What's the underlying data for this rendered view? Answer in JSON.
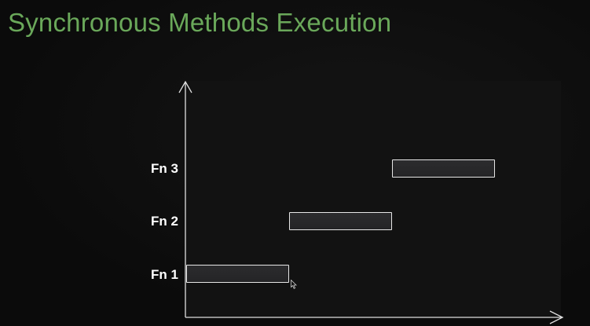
{
  "slide": {
    "title": "Synchronous Methods Execution",
    "title_color": "#6aa85a"
  },
  "diagram": {
    "lanes": [
      {
        "label": "Fn 3",
        "start": 2,
        "end": 3
      },
      {
        "label": "Fn 2",
        "start": 1,
        "end": 2
      },
      {
        "label": "Fn 1",
        "start": 0,
        "end": 1
      }
    ],
    "bar_border_color": "#e6e6e6",
    "axis_color": "#e0e0e0"
  },
  "icons": {
    "pointer": "mouse-pointer-icon"
  }
}
